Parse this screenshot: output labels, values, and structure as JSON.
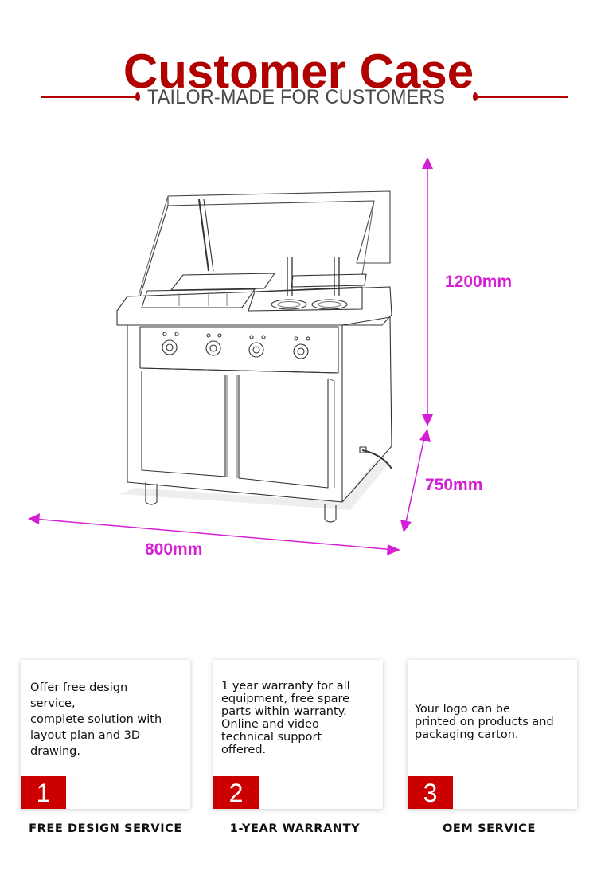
{
  "header": {
    "title": "Customer Case",
    "subtitle": "TAILOR-MADE FOR CUSTOMERS",
    "accent_color": "#b00000"
  },
  "diagram": {
    "product": "Electric noodle cooker cabinet with glass sneeze guard, 4 control knobs, 2 food pans and 2 cooking wells",
    "dimension_color": "#d41fd4",
    "dimensions": {
      "height": "1200mm",
      "depth": "750mm",
      "width": "800mm"
    }
  },
  "services": [
    {
      "number": "1",
      "text": "Offer free design\nservice,\ncomplete solution with\nlayout plan and 3D\ndrawing.",
      "caption": "FREE DESIGN SERVICE"
    },
    {
      "number": "2",
      "text": "1 year warranty for all\nequipment, free spare\nparts within warranty.\nOnline and video\ntechnical support\noffered.",
      "caption": "1-YEAR WARRANTY"
    },
    {
      "number": "3",
      "text": "Your logo can be\nprinted on products and\npackaging carton.",
      "caption": "OEM SERVICE"
    }
  ],
  "badge_color": "#cc0000"
}
